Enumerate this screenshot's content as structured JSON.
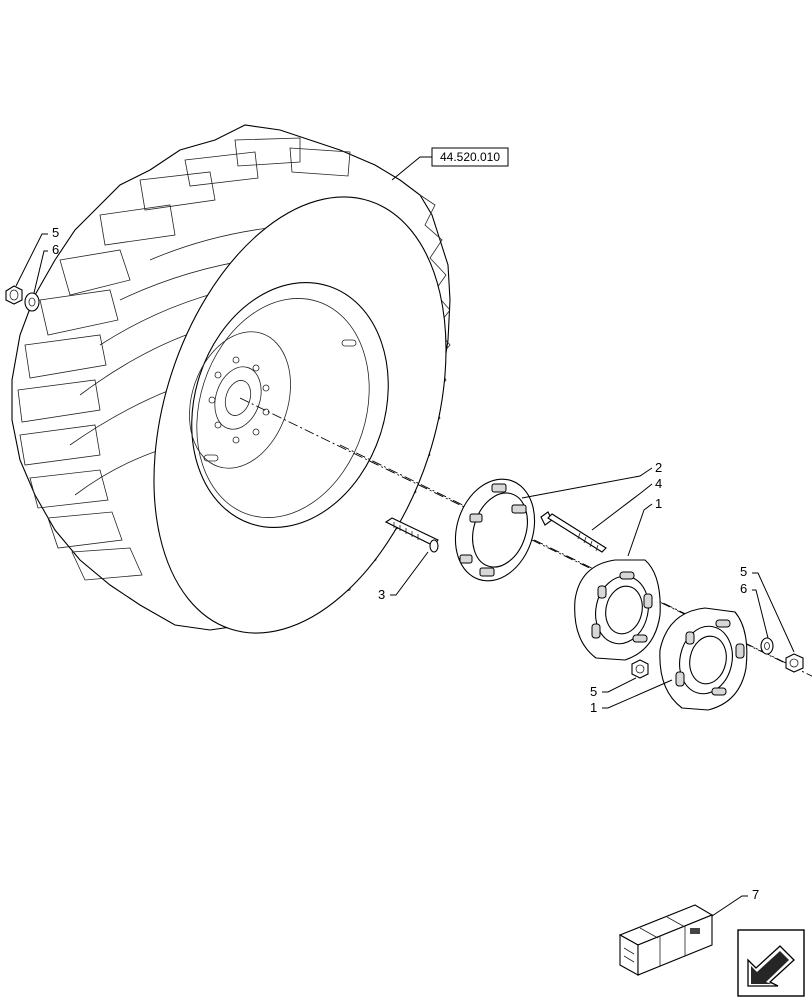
{
  "reference_box": "44.520.010",
  "callouts": {
    "c5_top_left": "5",
    "c6_top_left": "6",
    "c2": "2",
    "c4": "4",
    "c1_top": "1",
    "c3": "3",
    "c5_right": "5",
    "c6_right": "6",
    "c5_bottom": "5",
    "c1_bottom": "1",
    "c7": "7"
  },
  "icons": [
    "tire-icon",
    "rim-icon",
    "nut-icon",
    "washer-icon",
    "bolt-icon",
    "stud-icon",
    "weight-ring-icon",
    "wheel-weight-icon",
    "kit-box-icon",
    "navigation-arrow-icon"
  ]
}
